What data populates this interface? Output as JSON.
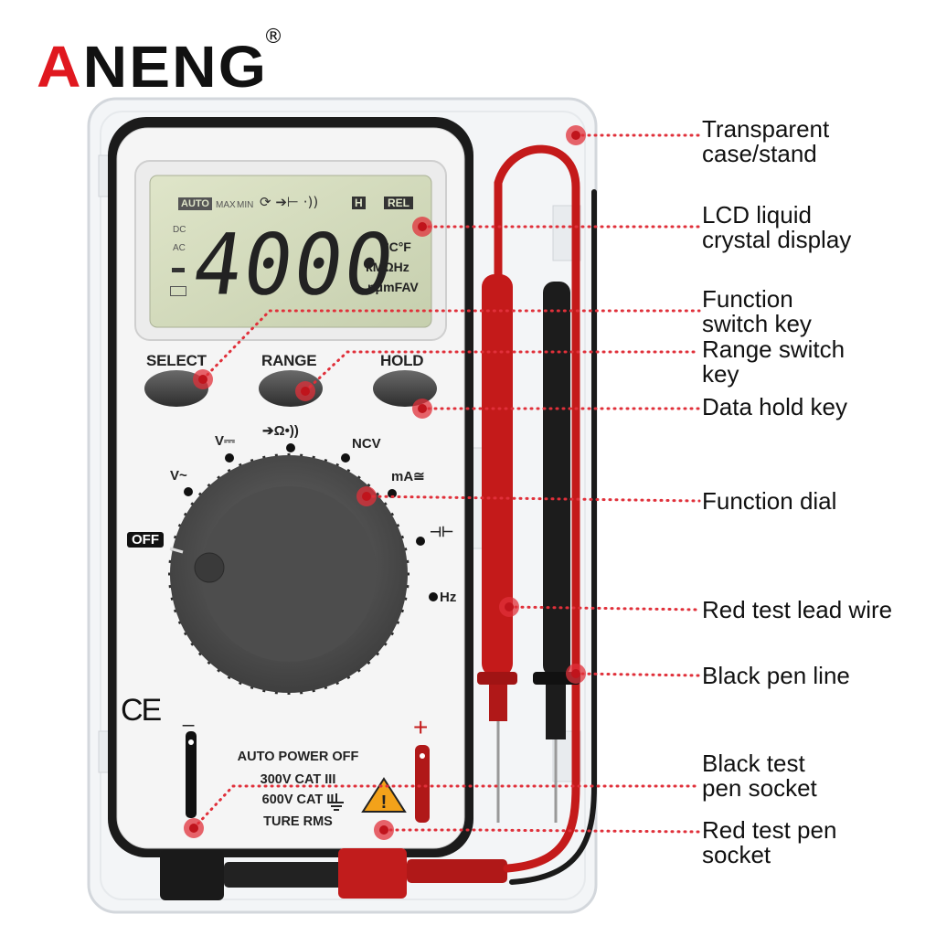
{
  "brand": {
    "name_first": "A",
    "name_rest": "NENG",
    "registered_mark": "®"
  },
  "display": {
    "reading": "4000",
    "mode_indicators": [
      "AUTO",
      "MAX",
      "MIN",
      "H",
      "REL"
    ],
    "left_indicators": [
      "DC",
      "AC"
    ],
    "units_line1": "°C°F",
    "units_line2": "kMΩHz",
    "units_line3": "nμmFAV"
  },
  "buttons": {
    "select": "SELECT",
    "range": "RANGE",
    "hold": "HOLD"
  },
  "dial_positions": {
    "off": "OFF",
    "v_ac": "V~",
    "v_dc": "V⎓",
    "diode_ohm_buzzer": "➔Ω•))",
    "ncv": "NCV",
    "ma": "mA≅",
    "capacitance": "⊣⊢",
    "hz": "Hz"
  },
  "panel_text": {
    "ce": "CE",
    "minus": "_",
    "plus": "+",
    "line1": "AUTO POWER OFF",
    "line2": "300V CAT III",
    "line3": "600V CAT II",
    "line4": "TURE RMS"
  },
  "callouts": [
    {
      "lines": [
        "Transparent",
        "case/stand"
      ]
    },
    {
      "lines": [
        "LCD liquid",
        "crystal display"
      ]
    },
    {
      "lines": [
        "Function",
        "switch key"
      ]
    },
    {
      "lines": [
        "Range switch",
        "key"
      ]
    },
    {
      "lines": [
        "Data hold key"
      ]
    },
    {
      "lines": [
        "Function dial"
      ]
    },
    {
      "lines": [
        "Red test lead wire"
      ]
    },
    {
      "lines": [
        "Black pen line"
      ]
    },
    {
      "lines": [
        "Black test",
        "pen socket"
      ]
    },
    {
      "lines": [
        "Red test pen",
        "socket"
      ]
    }
  ],
  "colors": {
    "brand_red": "#e0181f",
    "callout_red": "#e0303a",
    "body_white": "#f4f4f4",
    "dial_gray": "#4a4a4a",
    "lcd_green": "#cfd7b8",
    "lead_red": "#c41a1a",
    "lead_black": "#1a1a1a"
  }
}
